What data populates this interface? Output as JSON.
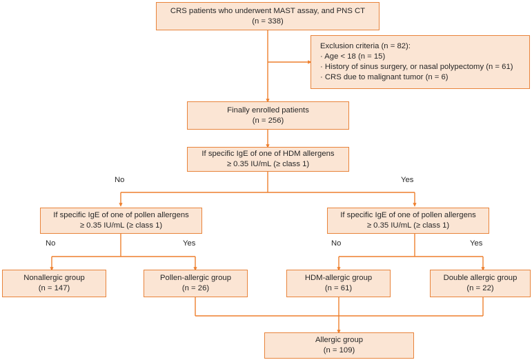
{
  "diagram": {
    "title": "CRS patient allergy classification flowchart",
    "colors": {
      "box_fill": "#FBE5D4",
      "box_border": "#E8833A",
      "connector": "#EE7F2D",
      "text": "#262626",
      "background": "#FFFFFF"
    },
    "nodes": [
      {
        "id": "enrollment",
        "lines": [
          "CRS patients who underwent MAST assay, and PNS CT",
          "(n = 338)"
        ]
      },
      {
        "id": "exclusion",
        "lines": [
          "Exclusion criteria (n = 82):",
          "· Age < 18 (n = 15)",
          "· History of sinus surgery, or nasal polypectomy (n = 61)",
          "· CRS due to malignant tumor (n = 6)"
        ]
      },
      {
        "id": "finally-enrolled",
        "lines": [
          "Finally enrolled patients",
          "(n = 256)"
        ]
      },
      {
        "id": "hdm-test",
        "lines": [
          "If specific IgE of one of HDM allergens",
          "≥ 0.35 IU/mL (≥ class 1)"
        ]
      },
      {
        "id": "pollen-test-left",
        "lines": [
          "If specific IgE of one of pollen allergens",
          "≥ 0.35 IU/mL (≥ class 1)"
        ]
      },
      {
        "id": "pollen-test-right",
        "lines": [
          "If specific IgE of one of pollen allergens",
          "≥ 0.35 IU/mL (≥ class 1)"
        ]
      },
      {
        "id": "nonallergic",
        "lines": [
          "Nonallergic group",
          "(n = 147)"
        ]
      },
      {
        "id": "pollen-allergic",
        "lines": [
          "Pollen-allergic group",
          "(n = 26)"
        ]
      },
      {
        "id": "hdm-allergic",
        "lines": [
          "HDM-allergic group",
          "(n = 61)"
        ]
      },
      {
        "id": "double-allergic",
        "lines": [
          "Double allergic group",
          "(n = 22)"
        ]
      },
      {
        "id": "allergic",
        "lines": [
          "Allergic group",
          "(n = 109)"
        ]
      }
    ],
    "edge_labels": {
      "hdm_no": "No",
      "hdm_yes": "Yes",
      "pollen_left_no": "No",
      "pollen_left_yes": "Yes",
      "pollen_right_no": "No",
      "pollen_right_yes": "Yes"
    }
  }
}
